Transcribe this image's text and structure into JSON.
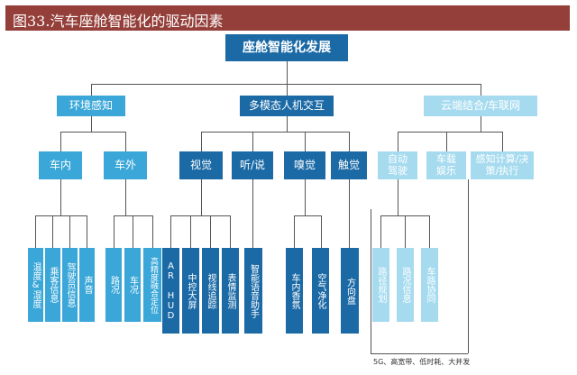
{
  "title": "图33.汽车座舱智能化的驱动因素",
  "root": "座舱智能化发展",
  "level1": [
    "环境感知",
    "多模态人机交互",
    "云端结合/车联网"
  ],
  "level2": {
    "env": [
      "车内",
      "车外"
    ],
    "hmi": [
      "视觉",
      "听/说",
      "嗅觉",
      "触觉"
    ],
    "cloud": [
      "自动驾驶",
      "车载娱乐",
      "感知计算/决策/执行"
    ]
  },
  "leaves": {
    "car_inside": [
      "温度&湿度",
      "乘客信息",
      "驾驶员信息",
      "声音"
    ],
    "car_outside": [
      "路况",
      "车况",
      "高精度融合定位"
    ],
    "vision": [
      "AR HUD",
      "中控大屏",
      "视线追踪",
      "表情监测"
    ],
    "hearing": [
      "智能语音助手"
    ],
    "smell": [
      "车内香氛",
      "空气净化"
    ],
    "touch": [
      "方向盘"
    ],
    "autodrive": [
      "路径规划",
      "路况信息",
      "车路协同"
    ]
  },
  "footnote": "5G、高宽带、低时耗、大并发",
  "colors": {
    "title_bg": "#943f3a",
    "dark_blue": "#1b6aa6",
    "mid_blue": "#3aa7d8",
    "light_blue": "#a6dbef"
  }
}
